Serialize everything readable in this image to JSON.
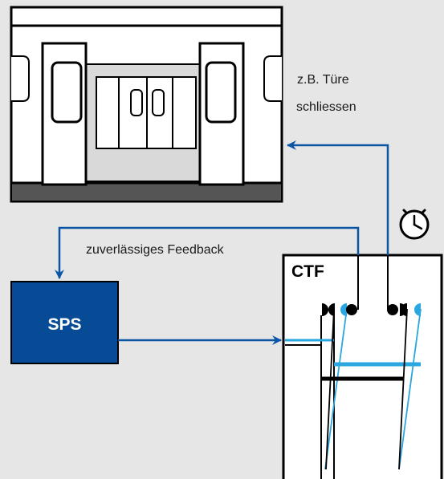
{
  "colors": {
    "background": "#e6e6e6",
    "arrow_blue": "#0b56a4",
    "sps_fill": "#074a95",
    "contact_light_blue": "#2aa6e0",
    "train_floor": "#555555",
    "train_interior": "#d9d9d9"
  },
  "labels": {
    "door_action_line1": "z.B. Türe",
    "door_action_line2": "schliessen",
    "feedback": "zuverlässiges Feedback",
    "sps": "SPS",
    "ctf": "CTF"
  },
  "icons": {
    "timer": "clock-icon",
    "train": "train-door-illustration",
    "contacts": "switch-contacts-symbol"
  }
}
